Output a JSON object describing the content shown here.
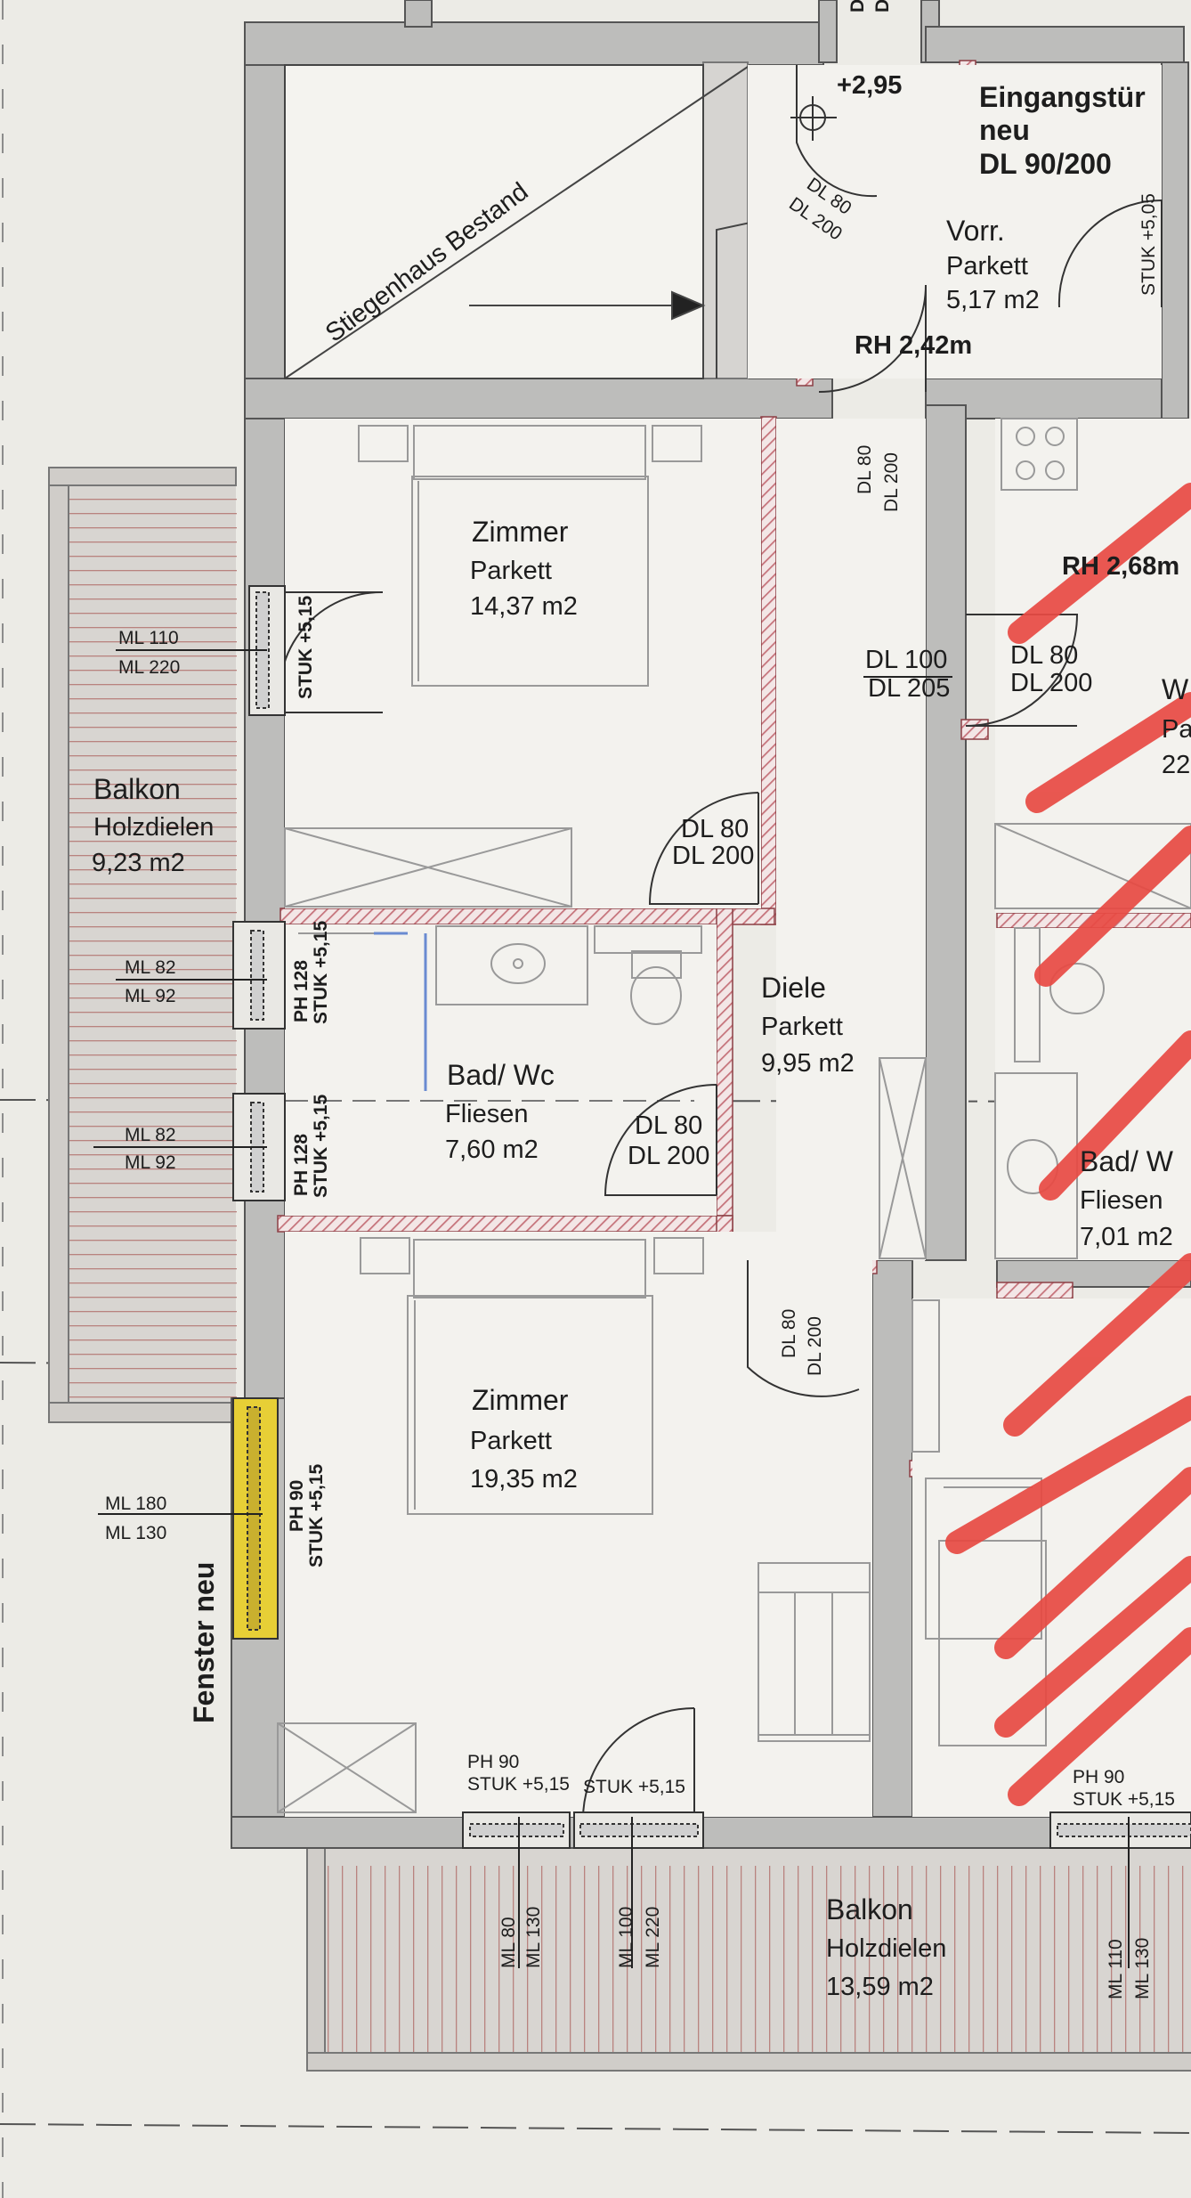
{
  "colors": {
    "paper": "#ecebe6",
    "wall": "#bdbdbb",
    "hatch": "#c5727a",
    "marker": "#e84a43",
    "window_highlight": "#e7cf36"
  },
  "header": {
    "top_label_d1": "D",
    "top_label_d2": "D"
  },
  "stair": {
    "label": "Stiegenhaus Bestand"
  },
  "entry": {
    "level": "+2,95",
    "door_title_1": "Eingangstür",
    "door_title_2": "neu",
    "door_spec": "DL 90/200",
    "inner_door_w": "DL 80",
    "inner_door_h": "DL 200"
  },
  "vorr": {
    "name": "Vorr.",
    "floor": "Parkett",
    "area": "5,17 m2",
    "room_height": "RH 2,42m",
    "side_note": "STUK +5,05"
  },
  "door_top": {
    "w": "DL 80",
    "h": "DL 200"
  },
  "zimmer1": {
    "name": "Zimmer",
    "floor": "Parkett",
    "area": "14,37 m2",
    "door_w": "DL 80",
    "door_h": "DL 200",
    "window_note": "STUK +5,15"
  },
  "balkon_left": {
    "title": "Balkon",
    "floor": "Holzdielen",
    "area": "9,23 m2",
    "win1_w": "ML 110",
    "win1_h": "ML 220",
    "win2_w": "ML 82",
    "win2_h": "ML 92",
    "win3_w": "ML 82",
    "win3_h": "ML 92"
  },
  "bad": {
    "name": "Bad/ Wc",
    "floor": "Fliesen",
    "area": "7,60 m2",
    "door_w": "DL 80",
    "door_h": "DL 200",
    "window1_ph": "PH 128",
    "window1_stuk": "STUK +5,15",
    "window2_ph": "PH 128",
    "window2_stuk": "STUK +5,15"
  },
  "diele": {
    "name": "Diele",
    "floor": "Parkett",
    "area": "9,95 m2",
    "door_w": "DL 100",
    "door_h": "DL 205"
  },
  "right_partial": {
    "room_height": "RH 2,68m",
    "door_w": "DL 80",
    "door_h": "DL 200",
    "letter_w": "W",
    "letter_pa": "Pa",
    "num_22": "22",
    "bad_name": "Bad/ W",
    "bad_floor": "Fliesen",
    "bad_area": "7,01 m2",
    "ph": "PH 90",
    "stuk": "STUK +5,15"
  },
  "zimmer2": {
    "name": "Zimmer",
    "floor": "Parkett",
    "area": "19,35 m2",
    "door_w": "DL 80",
    "door_h": "DL 200",
    "window_ph": "PH 90",
    "window_stuk": "STUK +5,15",
    "bottom_ph": "PH 90",
    "bottom_stuk": "STUK +5,15",
    "bottom_stuk2": "STUK +5,15"
  },
  "fenster": {
    "label": "Fenster neu",
    "w": "ML 180",
    "h": "ML 130"
  },
  "balkon_bottom": {
    "title": "Balkon",
    "floor": "Holzdielen",
    "area": "13,59 m2",
    "win1_w": "ML 80",
    "win1_h": "ML 130",
    "win2_w": "ML 100",
    "win2_h": "ML 220",
    "win3_w": "ML 110",
    "win3_h": "ML 130"
  }
}
